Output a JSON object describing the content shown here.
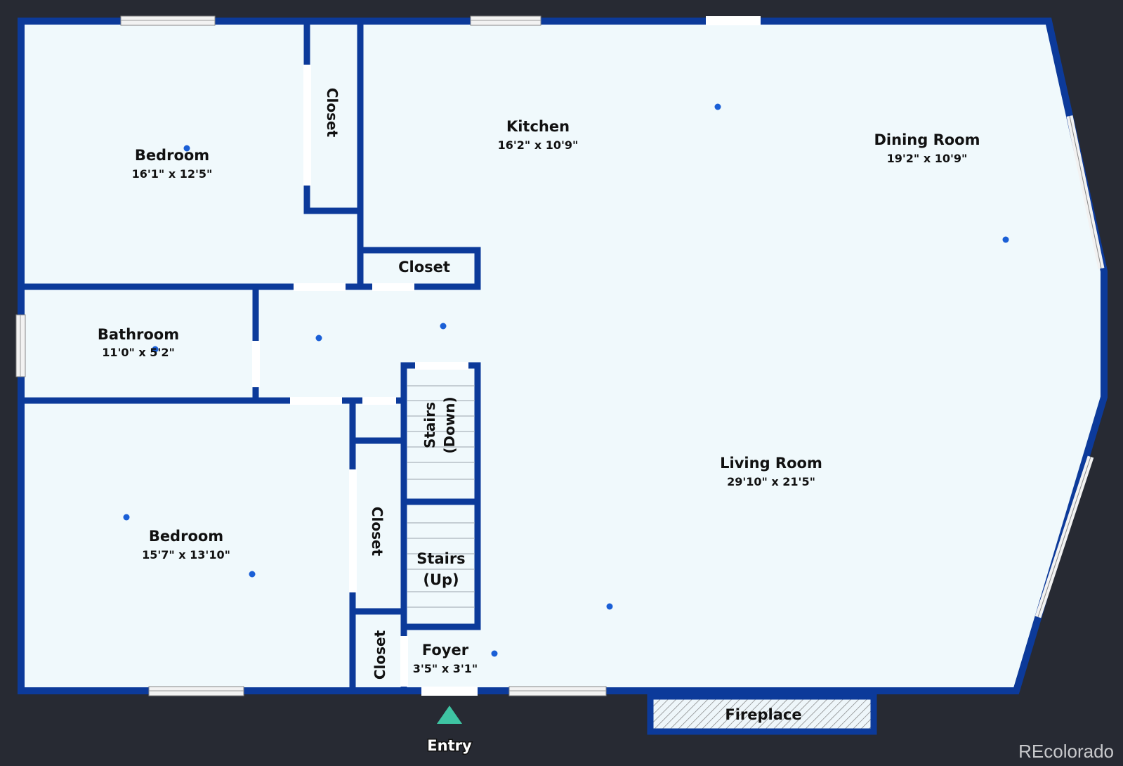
{
  "colors": {
    "background": "#272a33",
    "floor": "#f0f9fc",
    "wall": "#0c3a9a",
    "marker": "#1a5fd6",
    "entry_marker": "#3ec4a3"
  },
  "rooms": {
    "bedroom_top": {
      "name": "Bedroom",
      "dims": "16'1\" x 12'5\""
    },
    "closet_top": {
      "name": "Closet"
    },
    "kitchen": {
      "name": "Kitchen",
      "dims": "16'2\" x 10'9\""
    },
    "dining": {
      "name": "Dining Room",
      "dims": "19'2\" x 10'9\""
    },
    "closet_mid": {
      "name": "Closet"
    },
    "bathroom": {
      "name": "Bathroom",
      "dims": "11'0\" x 5'2\""
    },
    "stairs_down": {
      "name_1": "Stairs",
      "name_2": "(Down)"
    },
    "stairs_up": {
      "name_1": "Stairs",
      "name_2": "(Up)"
    },
    "living": {
      "name": "Living Room",
      "dims": "29'10\" x 21'5\""
    },
    "bedroom_bottom": {
      "name": "Bedroom",
      "dims": "15'7\" x 13'10\""
    },
    "closet_low": {
      "name": "Closet"
    },
    "closet_foyer": {
      "name": "Closet"
    },
    "foyer": {
      "name": "Foyer",
      "dims": "3'5\" x 3'1\""
    },
    "fireplace": {
      "name": "Fireplace"
    }
  },
  "entry": {
    "label": "Entry",
    "icon": "triangle-up-icon"
  },
  "watermark": "REcolorado"
}
